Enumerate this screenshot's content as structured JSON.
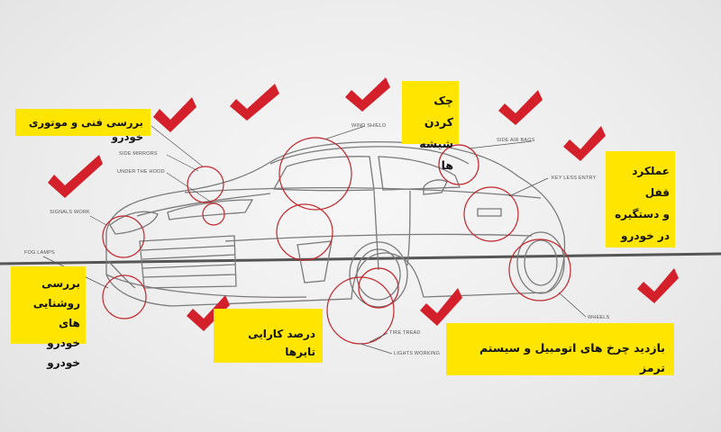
{
  "boxes": {
    "technical": "بررسی فنی و موتوری خودرو",
    "glass": "چک کردن\nشیشه ها",
    "lock": "عملکرد قفل\nو دستگیره\nدر  خودرو",
    "lights": "بررسی\nروشنایی های\nخودرو خودرو",
    "tires": "درصد کارایی تایرها",
    "wheels": "بازدید چرخ های اتومبیل و سیستم ترمز"
  },
  "labels": {
    "wind_shield": "WIND SHIELD",
    "side_mirrors": "SIDE MIRRORS",
    "under_hood": "UNDER THE HOOD",
    "signals_work": "SIGNALS WORK",
    "fog_lamps": "FOG LAMPS",
    "side_air_bags": "SIDE AIR BAGS",
    "key_less_entry": "KEY LESS ENTRY",
    "wheels": "WHEELS",
    "tire_tread": "TIRE TREAD",
    "lights_working": "LIGHTS WORKING"
  },
  "colors": {
    "highlight": "#ffe500",
    "check": "#d3202a",
    "callout": "#c0272d",
    "road": "#555555"
  }
}
